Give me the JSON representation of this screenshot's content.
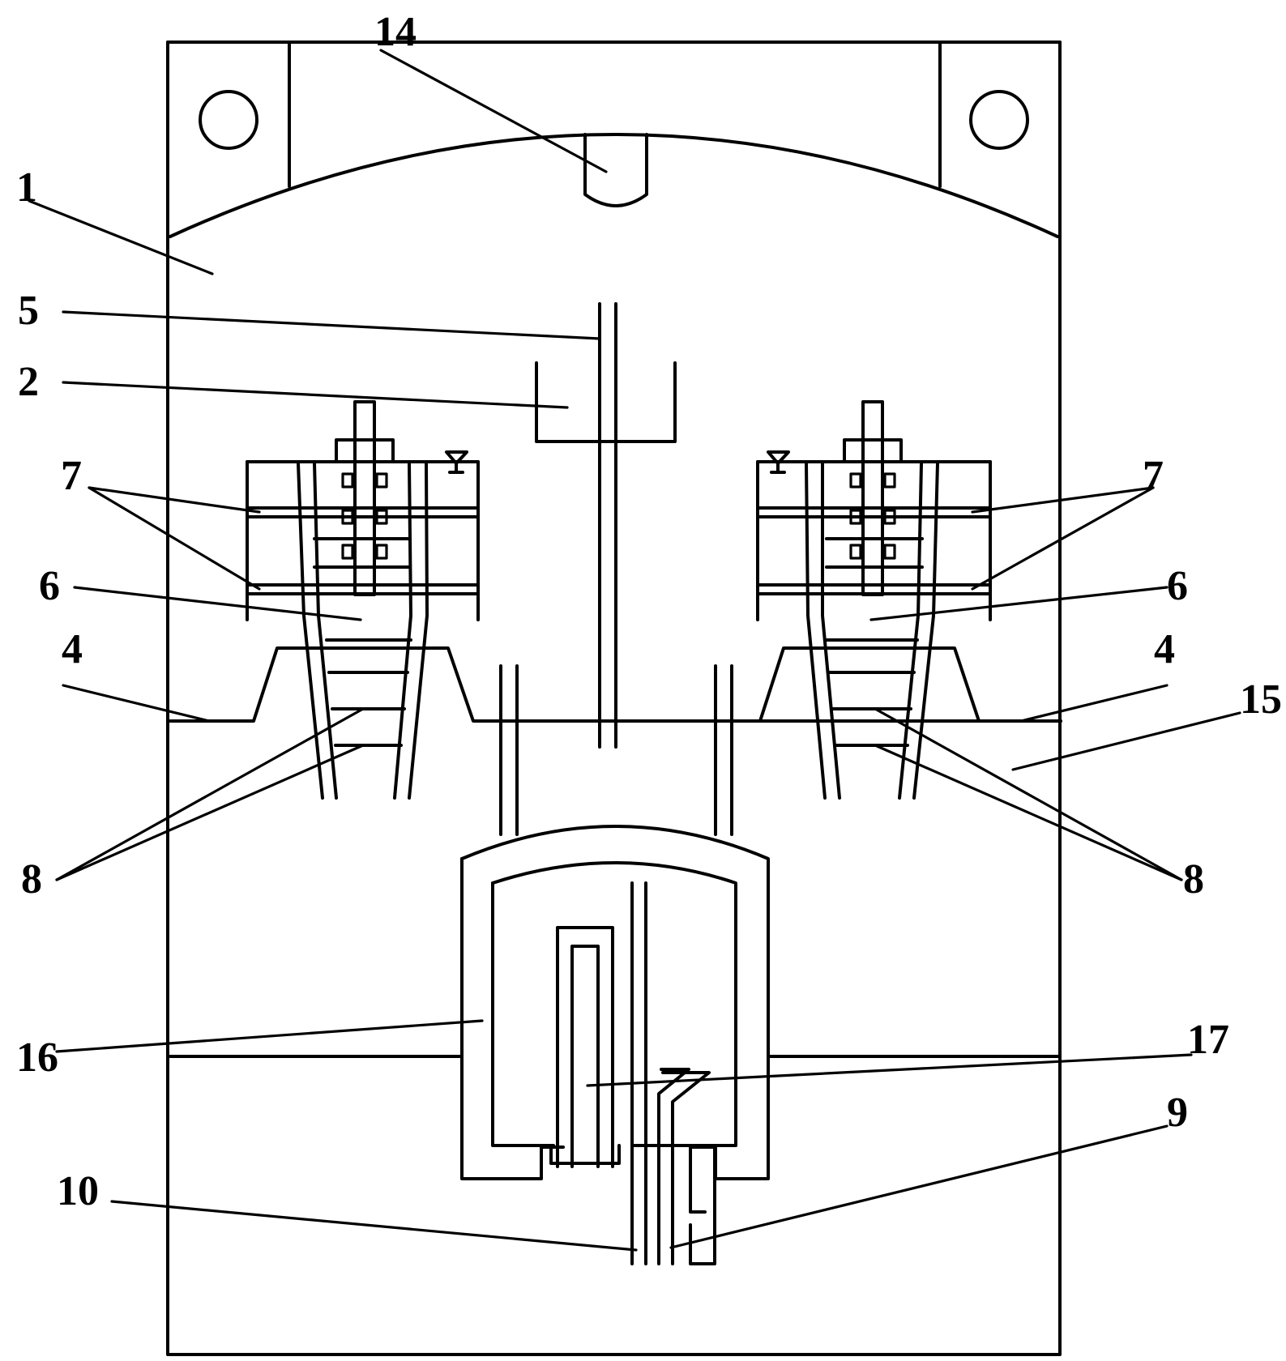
{
  "labels": {
    "l1": "1",
    "l2": "2",
    "l4a": "4",
    "l4b": "4",
    "l5": "5",
    "l6a": "6",
    "l6b": "6",
    "l7a": "7",
    "l7b": "7",
    "l8a": "8",
    "l8b": "8",
    "l9": "9",
    "l10": "10",
    "l14": "14",
    "l15": "15",
    "l16": "16",
    "l17": "17"
  }
}
